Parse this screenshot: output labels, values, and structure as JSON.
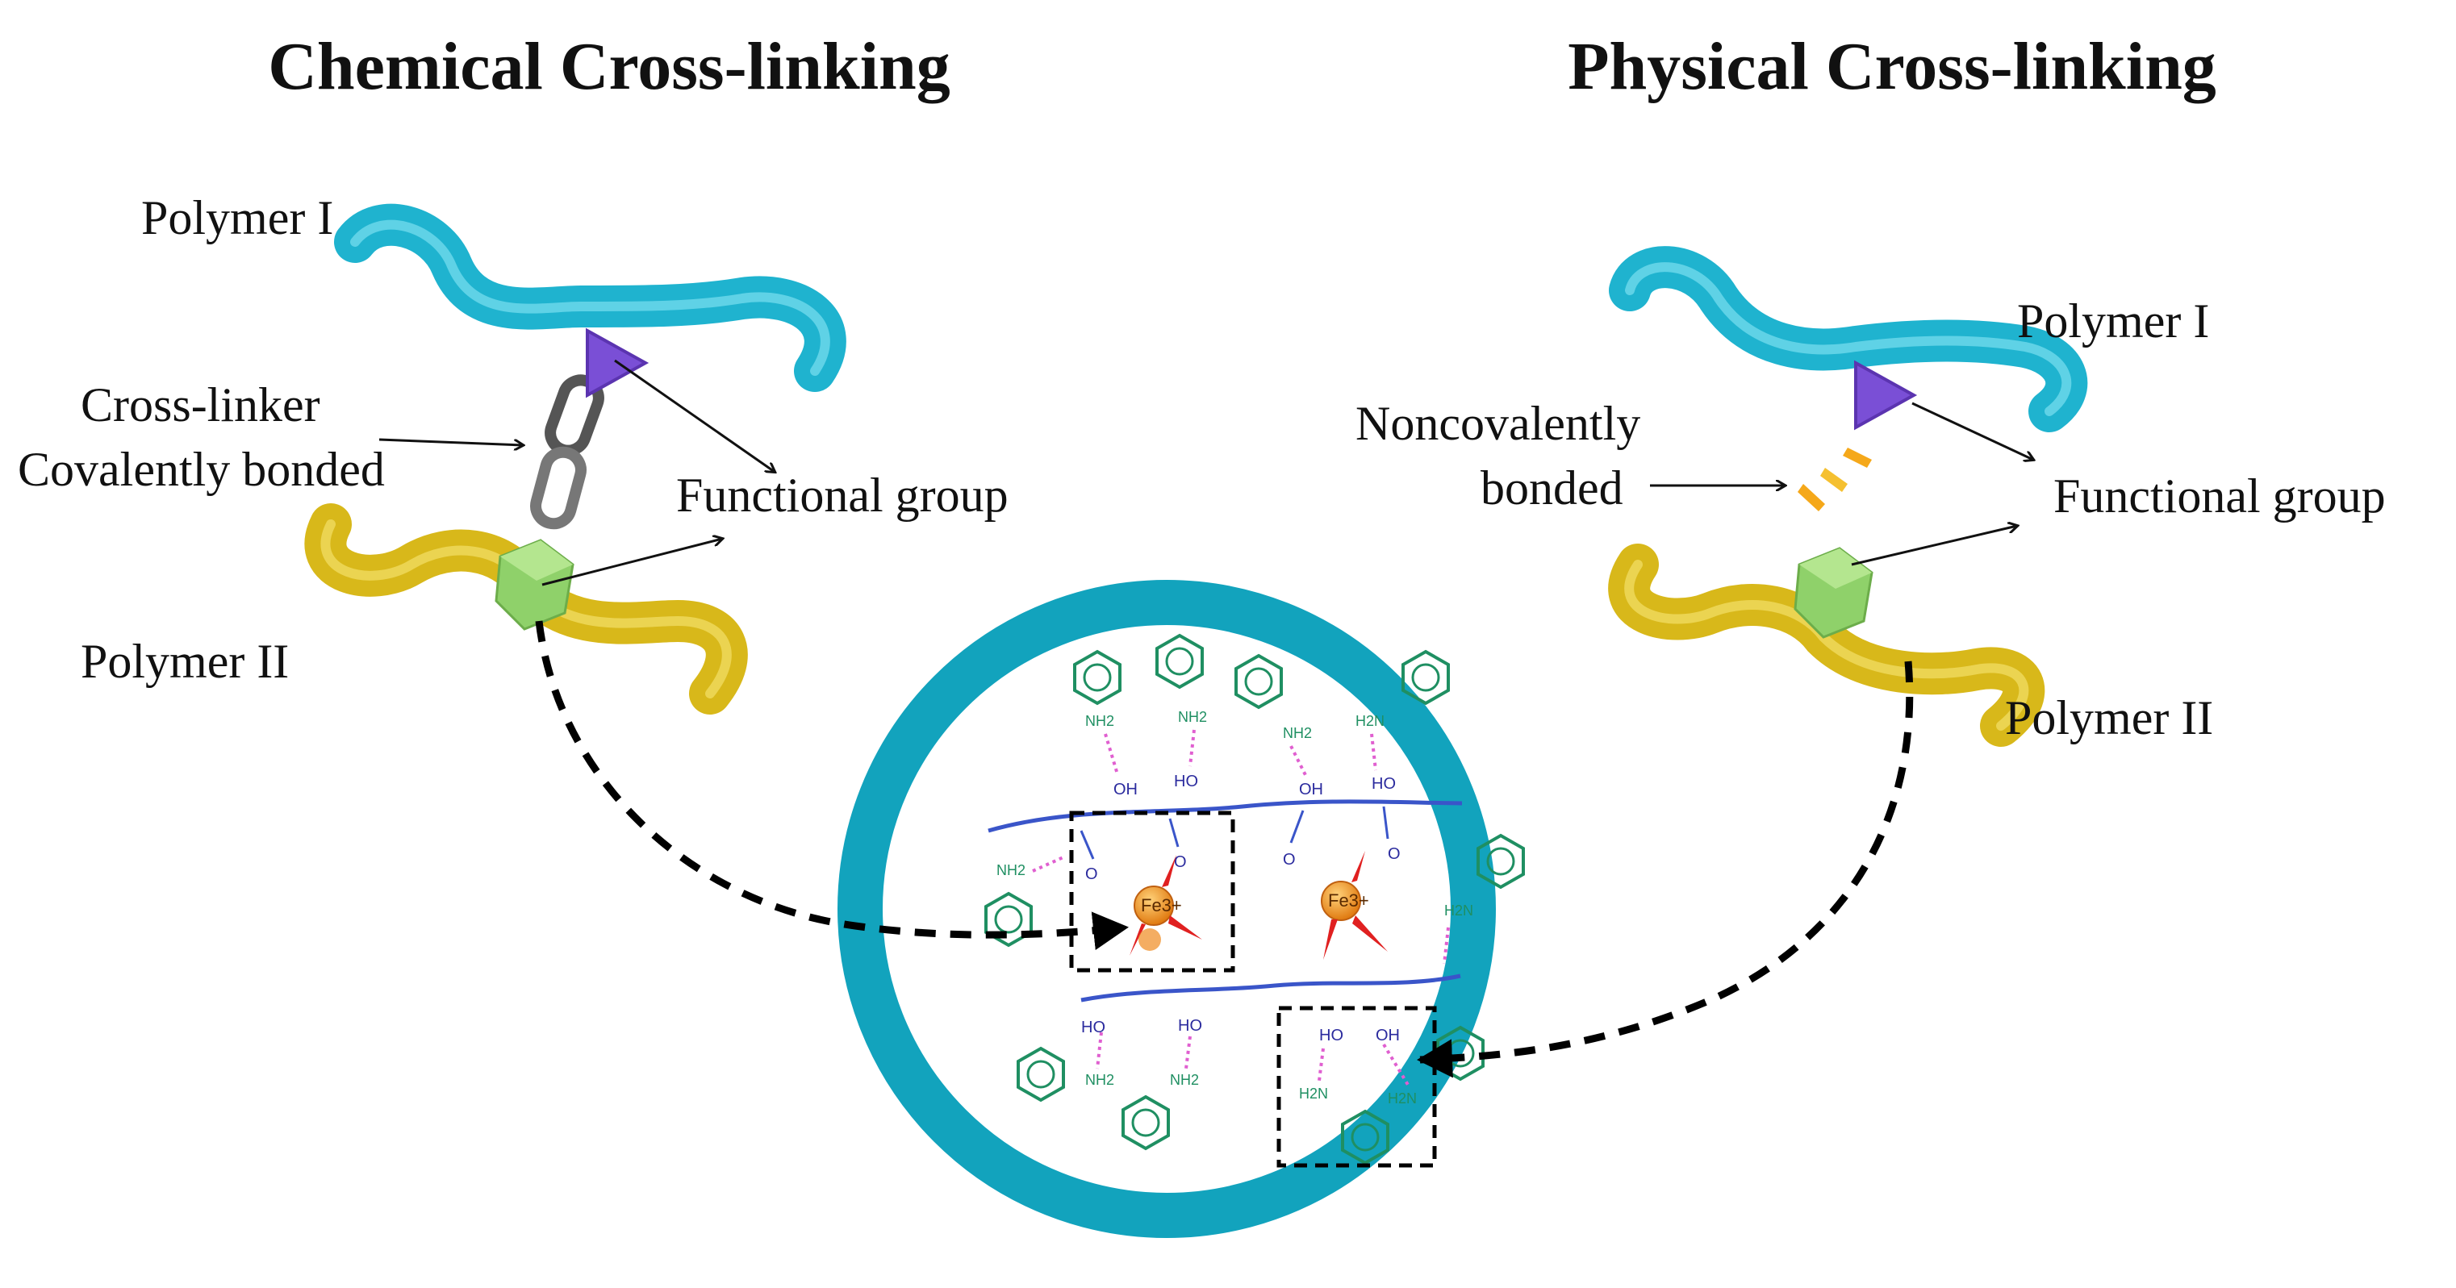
{
  "titles": {
    "left": "Chemical Cross-linking",
    "right": "Physical Cross-linking"
  },
  "left": {
    "polymer1": "Polymer I",
    "polymer2": "Polymer II",
    "crosslinker_line1": "Cross-linker",
    "crosslinker_line2": "Covalently bonded",
    "functional_group": "Functional group"
  },
  "right": {
    "polymer1": "Polymer I",
    "polymer2": "Polymer II",
    "noncov_line1": "Noncovalently",
    "noncov_line2": "bonded",
    "functional_group": "Functional group"
  },
  "network": {
    "nh2": "NH2",
    "h2n": "H2N",
    "oh": "OH",
    "ho": "HO",
    "o": "O",
    "fe": "Fe3+"
  },
  "colors": {
    "polymer1": "#1fb3cf",
    "polymer2": "#d8b81a",
    "ring": "#12a3bd",
    "triangle": "#7a4fd6",
    "cube": "#8fd16a",
    "backbone": "#3a55c9",
    "aniline": "#1f8f62",
    "hbond": "#e05fd0",
    "iron": "#f0a030"
  }
}
